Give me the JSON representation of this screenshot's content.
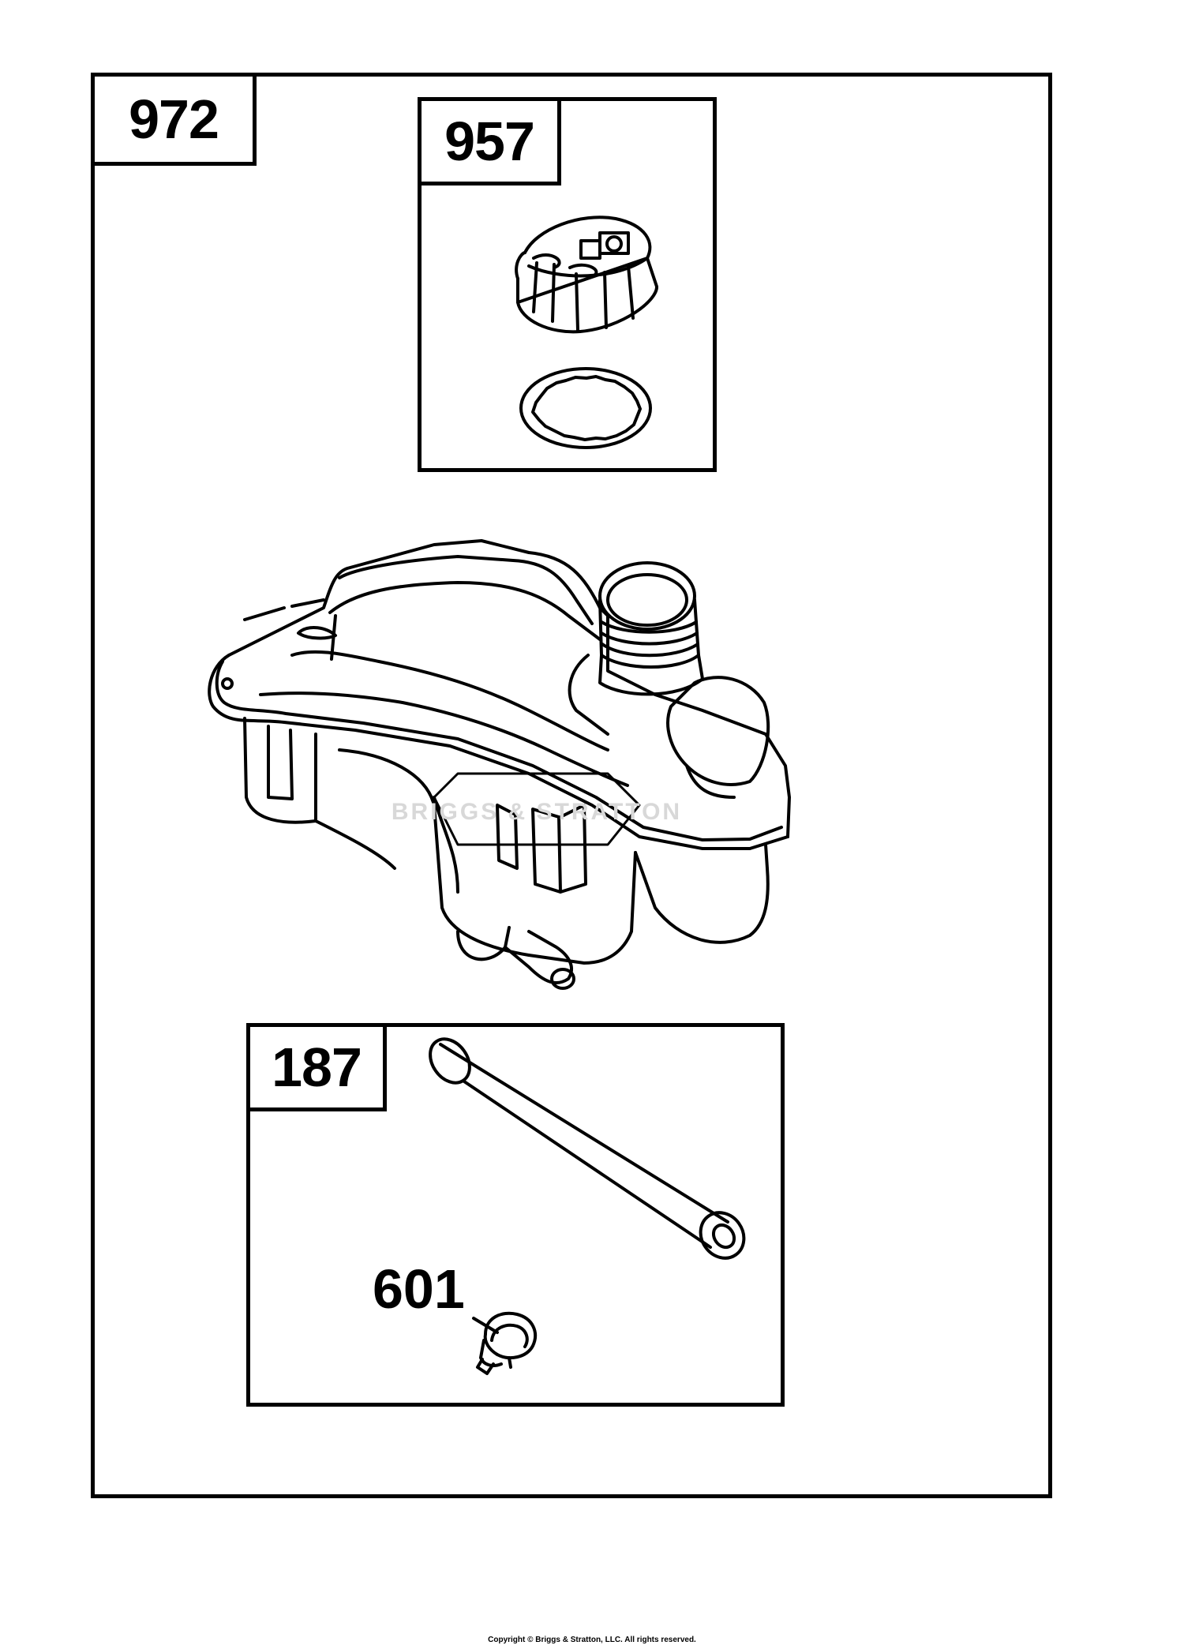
{
  "kits": {
    "outer": {
      "label": "972"
    },
    "cap_kit": {
      "label": "957"
    },
    "line_kit": {
      "label": "187"
    }
  },
  "parts": {
    "clamp": {
      "label": "601"
    }
  },
  "watermark": {
    "text": "BRIGGS & STRATTON"
  },
  "footer": {
    "copyright": "Copyright © Briggs & Stratton, LLC. All rights reserved."
  },
  "colors": {
    "line": "#000000",
    "background": "#ffffff",
    "watermark": "#d8d8d8"
  },
  "icons": [
    "fuel-cap-icon",
    "cap-gasket-icon",
    "fuel-tank-icon",
    "fuel-line-icon",
    "hose-clamp-icon"
  ]
}
